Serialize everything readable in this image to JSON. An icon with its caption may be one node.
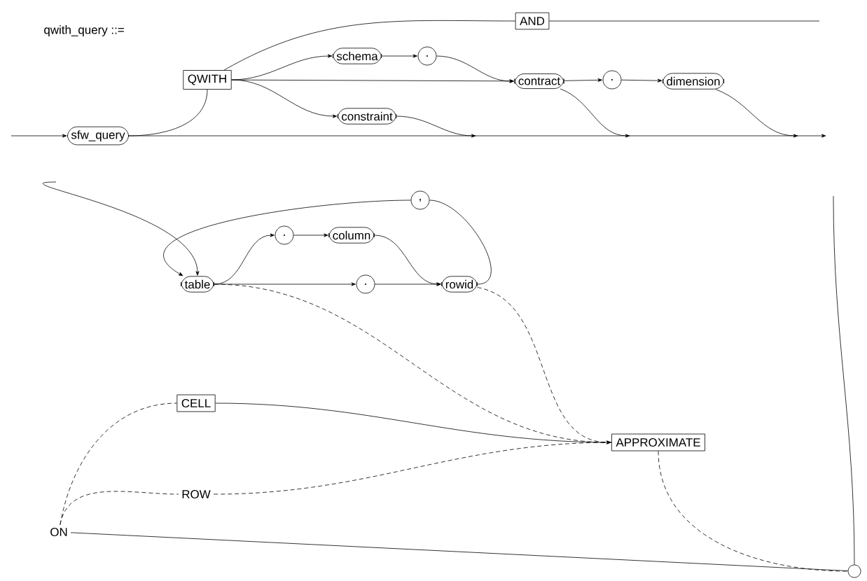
{
  "diagram": {
    "title": "qwith_query ::=",
    "nodes": [
      {
        "text": [
          "sfw_query"
        ]
      },
      {
        "text": [
          "QWITH"
        ]
      },
      {
        "text": [
          "AND"
        ]
      },
      {
        "text": [
          "schema"
        ]
      },
      {
        "text": [
          "."
        ]
      },
      {
        "text": [
          "contract"
        ]
      },
      {
        "text": [
          "."
        ]
      },
      {
        "text": [
          "dimension"
        ]
      },
      {
        "text": [
          "constraint"
        ]
      },
      {
        "text": [
          ","
        ]
      },
      {
        "text": [
          "."
        ]
      },
      {
        "text": [
          "column"
        ]
      },
      {
        "text": [
          "table"
        ]
      },
      {
        "text": [
          "."
        ]
      },
      {
        "text": [
          "rowid"
        ]
      },
      {
        "text": [
          "CELL"
        ]
      },
      {
        "text": [
          "ROW"
        ]
      },
      {
        "text": [
          "APPROXIMATE"
        ]
      },
      {
        "text": [
          "ON"
        ]
      },
      {
        "text": [],
        "shape": "circle"
      }
    ],
    "edges": [
      {
        "from": null,
        "to": 0,
        "arrow": "to"
      },
      {
        "from": 0,
        "to": 1,
        "arrow": "none"
      },
      {
        "from": 0,
        "to": null,
        "arrow": "to"
      },
      {
        "from": 1,
        "to": 2,
        "arrow": "none"
      },
      {
        "from": 2,
        "to": null,
        "arrow": "none"
      },
      {
        "from": 1,
        "to": 3,
        "arrow": "to"
      },
      {
        "from": 1,
        "to": 5,
        "arrow": "to"
      },
      {
        "from": 1,
        "to": 8,
        "arrow": "to"
      },
      {
        "from": 3,
        "to": 4,
        "arrow": "to"
      },
      {
        "from": 4,
        "to": 5,
        "arrow": "to"
      },
      {
        "from": 5,
        "to": 6,
        "arrow": "to"
      },
      {
        "from": 6,
        "to": 7,
        "arrow": "to"
      },
      {
        "from": 8,
        "to": null,
        "arrow": "to"
      },
      {
        "from": 5,
        "to": null,
        "arrow": "to"
      },
      {
        "from": 7,
        "to": null,
        "arrow": "to"
      },
      {
        "from": null,
        "to": 12,
        "arrow": "to"
      },
      {
        "from": 12,
        "to": 10,
        "arrow": "to"
      },
      {
        "from": 10,
        "to": 11,
        "arrow": "to"
      },
      {
        "from": 11,
        "to": 14,
        "arrow": "to"
      },
      {
        "from": 12,
        "to": 13,
        "arrow": "to"
      },
      {
        "from": 13,
        "to": 14,
        "arrow": "to"
      },
      {
        "from": 14,
        "to": 9,
        "arrow": "none"
      },
      {
        "from": 9,
        "to": 12,
        "arrow": "to"
      },
      {
        "from": 12,
        "to": 17,
        "arrow": "to",
        "style": "dashed"
      },
      {
        "from": 14,
        "to": 17,
        "arrow": "to",
        "style": "dashed"
      },
      {
        "from": 18,
        "to": 15,
        "arrow": "none",
        "style": "dashed"
      },
      {
        "from": 18,
        "to": 16,
        "arrow": "none",
        "style": "dashed"
      },
      {
        "from": 15,
        "to": 17,
        "arrow": "none"
      },
      {
        "from": 16,
        "to": 17,
        "arrow": "none",
        "style": "dashed"
      },
      {
        "from": 17,
        "to": 19,
        "arrow": "none",
        "style": "dashed"
      },
      {
        "from": null,
        "to": 19,
        "arrow": "none"
      },
      {
        "from": 18,
        "to": 19,
        "arrow": "none"
      }
    ]
  }
}
